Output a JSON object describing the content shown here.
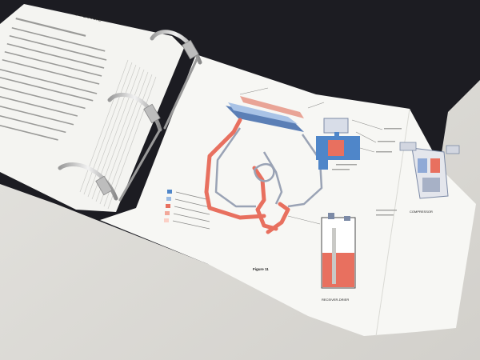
{
  "left_page": {
    "heading": "TEMPERATURE"
  },
  "diagram": {
    "figure_caption": "Figure 11",
    "receiver_label": "RECEIVER-DRIER",
    "compressor_label": "COMPRESSOR"
  },
  "colors": {
    "background": "#dcdad5",
    "binder_cover": "#1c1c22",
    "paper": "#f7f7f4",
    "refrigerant_red": "#e8705f",
    "refrigerant_blue": "#4f86c9",
    "ring_metal": "#c8c8c8"
  }
}
